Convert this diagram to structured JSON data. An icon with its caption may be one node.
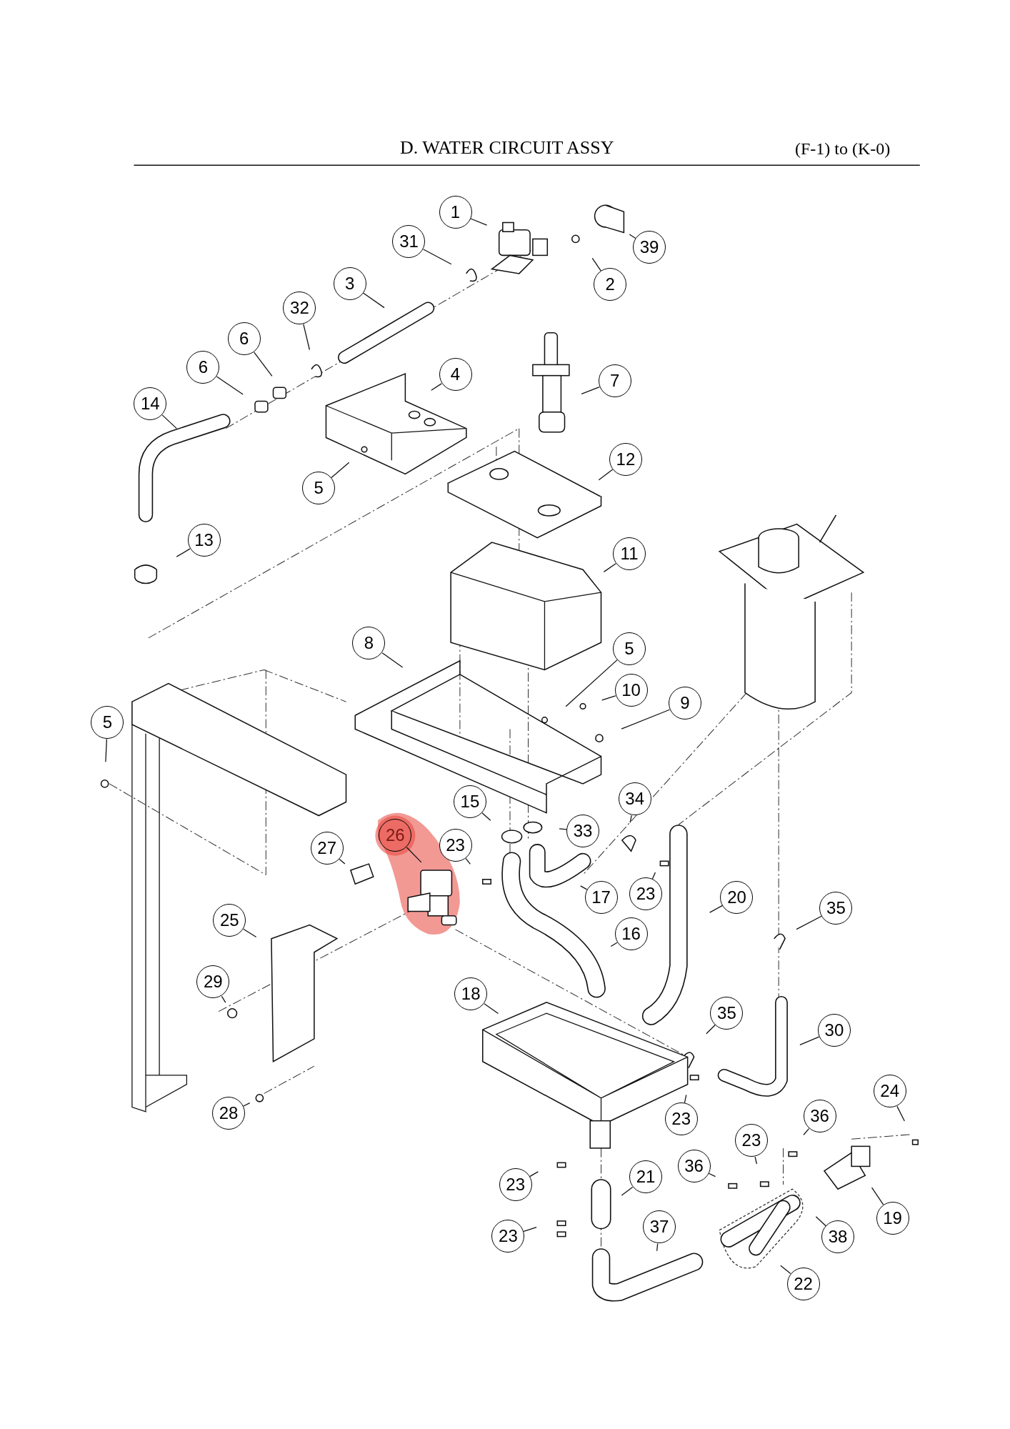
{
  "diagram": {
    "title": "D. WATER CIRCUIT ASSY",
    "nodes": [
      {
        "text": [
          "1"
        ]
      },
      {
        "text": [
          "31"
        ]
      },
      {
        "text": [
          "39"
        ]
      },
      {
        "text": [
          "2"
        ]
      },
      {
        "text": [
          "3"
        ]
      },
      {
        "text": [
          "32"
        ]
      },
      {
        "text": [
          "6"
        ]
      },
      {
        "text": [
          "6"
        ]
      },
      {
        "text": [
          "4"
        ]
      },
      {
        "text": [
          "14"
        ]
      },
      {
        "text": [
          "7"
        ]
      },
      {
        "text": [
          "5"
        ]
      },
      {
        "text": [
          "12"
        ]
      },
      {
        "text": [
          "13"
        ]
      },
      {
        "text": [
          "11"
        ]
      },
      {
        "text": [
          "8"
        ]
      },
      {
        "text": [
          "5"
        ]
      },
      {
        "text": [
          "10"
        ]
      },
      {
        "text": [
          "9"
        ]
      },
      {
        "text": [
          "5"
        ]
      },
      {
        "text": [
          "15"
        ]
      },
      {
        "text": [
          "34"
        ]
      },
      {
        "text": [
          "33"
        ]
      },
      {
        "text": [
          "26"
        ]
      },
      {
        "text": [
          "23"
        ]
      },
      {
        "text": [
          "27"
        ]
      },
      {
        "text": [
          "17"
        ]
      },
      {
        "text": [
          "23"
        ]
      },
      {
        "text": [
          "20"
        ]
      },
      {
        "text": [
          "35"
        ]
      },
      {
        "text": [
          "25"
        ]
      },
      {
        "text": [
          "16"
        ]
      },
      {
        "text": [
          "29"
        ]
      },
      {
        "text": [
          "18"
        ]
      },
      {
        "text": [
          "35"
        ]
      },
      {
        "text": [
          "30"
        ]
      },
      {
        "text": [
          "24"
        ]
      },
      {
        "text": [
          "28"
        ]
      },
      {
        "text": [
          "23"
        ]
      },
      {
        "text": [
          "36"
        ]
      },
      {
        "text": [
          "23"
        ]
      },
      {
        "text": [
          "36"
        ]
      },
      {
        "text": [
          "23"
        ]
      },
      {
        "text": [
          "21"
        ]
      },
      {
        "text": [
          "19"
        ]
      },
      {
        "text": [
          "23"
        ]
      },
      {
        "text": [
          "37"
        ]
      },
      {
        "text": [
          "38"
        ]
      },
      {
        "text": [
          "22"
        ]
      }
    ],
    "edges": [
      {
        "from": 0,
        "to": null,
        "arrow": "none"
      },
      {
        "from": 1,
        "to": null,
        "arrow": "none"
      },
      {
        "from": 2,
        "to": null,
        "arrow": "none"
      },
      {
        "from": 3,
        "to": null,
        "arrow": "none"
      },
      {
        "from": 4,
        "to": null,
        "arrow": "none"
      },
      {
        "from": 5,
        "to": null,
        "arrow": "none"
      },
      {
        "from": 6,
        "to": null,
        "arrow": "none"
      },
      {
        "from": 7,
        "to": null,
        "arrow": "none"
      },
      {
        "from": 8,
        "to": null,
        "arrow": "none"
      },
      {
        "from": 9,
        "to": null,
        "arrow": "none"
      },
      {
        "from": 10,
        "to": null,
        "arrow": "none"
      },
      {
        "from": 11,
        "to": null,
        "arrow": "none"
      },
      {
        "from": 12,
        "to": null,
        "arrow": "none"
      },
      {
        "from": 13,
        "to": null,
        "arrow": "none"
      },
      {
        "from": 14,
        "to": null,
        "arrow": "none"
      },
      {
        "from": 15,
        "to": null,
        "arrow": "none"
      },
      {
        "from": 16,
        "to": null,
        "arrow": "none"
      },
      {
        "from": 17,
        "to": null,
        "arrow": "none"
      },
      {
        "from": 18,
        "to": null,
        "arrow": "none"
      },
      {
        "from": 19,
        "to": null,
        "arrow": "none"
      },
      {
        "from": 20,
        "to": null,
        "arrow": "none"
      },
      {
        "from": 21,
        "to": null,
        "arrow": "none"
      },
      {
        "from": 22,
        "to": null,
        "arrow": "none"
      },
      {
        "from": 23,
        "to": null,
        "arrow": "none"
      },
      {
        "from": 24,
        "to": null,
        "arrow": "none"
      },
      {
        "from": 25,
        "to": null,
        "arrow": "none"
      },
      {
        "from": 26,
        "to": null,
        "arrow": "none"
      },
      {
        "from": 27,
        "to": null,
        "arrow": "none"
      },
      {
        "from": 28,
        "to": null,
        "arrow": "none"
      },
      {
        "from": 29,
        "to": null,
        "arrow": "none"
      },
      {
        "from": 30,
        "to": null,
        "arrow": "none"
      },
      {
        "from": 31,
        "to": null,
        "arrow": "none"
      },
      {
        "from": 32,
        "to": null,
        "arrow": "none"
      },
      {
        "from": 33,
        "to": null,
        "arrow": "none"
      },
      {
        "from": 34,
        "to": null,
        "arrow": "none"
      },
      {
        "from": 35,
        "to": null,
        "arrow": "none"
      },
      {
        "from": 36,
        "to": null,
        "arrow": "none"
      },
      {
        "from": 37,
        "to": null,
        "arrow": "none"
      },
      {
        "from": 38,
        "to": null,
        "arrow": "none"
      },
      {
        "from": 39,
        "to": null,
        "arrow": "none"
      },
      {
        "from": 40,
        "to": null,
        "arrow": "none"
      },
      {
        "from": 41,
        "to": null,
        "arrow": "none"
      },
      {
        "from": 42,
        "to": null,
        "arrow": "none"
      },
      {
        "from": 43,
        "to": null,
        "arrow": "none"
      },
      {
        "from": 44,
        "to": null,
        "arrow": "none"
      },
      {
        "from": 45,
        "to": null,
        "arrow": "none"
      },
      {
        "from": 46,
        "to": null,
        "arrow": "none"
      },
      {
        "from": 47,
        "to": null,
        "arrow": "none"
      },
      {
        "from": 48,
        "to": null,
        "arrow": "none"
      }
    ],
    "labels": [
      "(F-1) to (K-0)"
    ]
  }
}
